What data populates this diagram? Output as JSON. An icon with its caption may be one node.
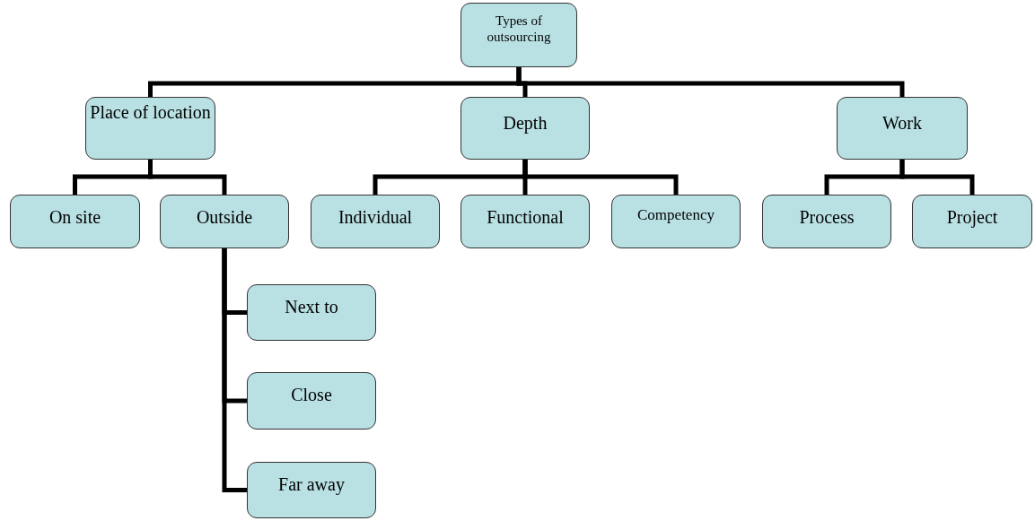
{
  "diagram": {
    "nodes": [
      {
        "text": [
          "Types of outsourcing"
        ]
      },
      {
        "text": [
          "Place of location"
        ]
      },
      {
        "text": [
          "Depth"
        ]
      },
      {
        "text": [
          "Work"
        ]
      },
      {
        "text": [
          "On site"
        ]
      },
      {
        "text": [
          "Outside"
        ]
      },
      {
        "text": [
          "Individual"
        ]
      },
      {
        "text": [
          "Functional"
        ]
      },
      {
        "text": [
          "Competency"
        ]
      },
      {
        "text": [
          "Process"
        ]
      },
      {
        "text": [
          "Project"
        ]
      },
      {
        "text": [
          "Next to"
        ]
      },
      {
        "text": [
          "Close"
        ]
      },
      {
        "text": [
          "Far away"
        ]
      }
    ],
    "edges": [
      {
        "from": 0,
        "to": 1,
        "arrow": "none"
      },
      {
        "from": 0,
        "to": 2,
        "arrow": "none"
      },
      {
        "from": 0,
        "to": 3,
        "arrow": "none"
      },
      {
        "from": 1,
        "to": 4,
        "arrow": "none"
      },
      {
        "from": 1,
        "to": 5,
        "arrow": "none"
      },
      {
        "from": 2,
        "to": 6,
        "arrow": "none"
      },
      {
        "from": 2,
        "to": 7,
        "arrow": "none"
      },
      {
        "from": 2,
        "to": 8,
        "arrow": "none"
      },
      {
        "from": 3,
        "to": 9,
        "arrow": "none"
      },
      {
        "from": 3,
        "to": 10,
        "arrow": "none"
      },
      {
        "from": 5,
        "to": 11,
        "arrow": "none"
      },
      {
        "from": 5,
        "to": 12,
        "arrow": "none"
      },
      {
        "from": 5,
        "to": 13,
        "arrow": "none"
      }
    ]
  }
}
